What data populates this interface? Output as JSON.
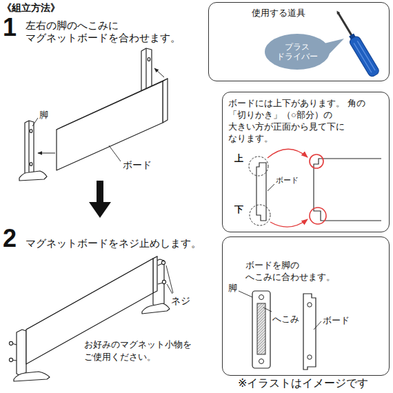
{
  "diagram": {
    "title": "《組立方法》",
    "nodes": [
      {
        "text": [
          "使用する道具"
        ]
      },
      {
        "text": [
          "プラス ドライバー"
        ],
        "in": 0
      },
      {
        "text": [
          "ボードには上下があります。 角の「切りかき」（○部分）の 大きい方が正面から見て下に なります。"
        ]
      },
      {
        "text": [
          "ボードを脚の へこみに合わせます。"
        ]
      }
    ],
    "labels": [
      "1",
      "左右の脚のへこみに マグネットボードを合わせます。",
      "脚",
      "ボード",
      "2",
      "マグネットボードをネジ止めします。",
      "ネジ",
      "お好みのマグネット小物を ご使用ください。",
      "上",
      "ボード",
      "下",
      "脚",
      "へこみ",
      "ボード",
      "※イラストはイメージです"
    ]
  }
}
